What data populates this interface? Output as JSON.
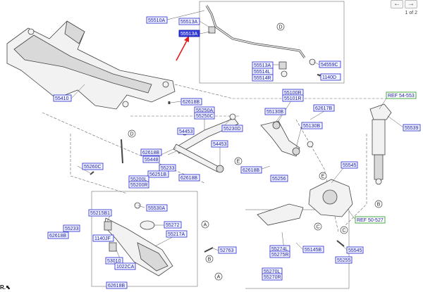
{
  "nav": {
    "prev_icon": "←",
    "next_icon": "→",
    "page_indicator": "1 of 2"
  },
  "corner_text": "R.",
  "labels": {
    "l55510A": "55510A",
    "l55513A_top": "55513A",
    "l55513A_hl": "55513A",
    "l55513A_mid": "55513A",
    "l55514L": "55514L",
    "l55514R": "55514R",
    "l54559C": "54559C",
    "l1140D": "1140D",
    "l55410": "55410",
    "l62618B_a": "62618B",
    "l55250A": "55250A",
    "l55250C": "55250C",
    "l55230D": "55230D",
    "l54453_a": "54453",
    "l54453_b": "54453",
    "l55100R": "55100R",
    "l55101R": "55101R",
    "l55130B_a": "55130B",
    "l62617B": "62617B",
    "l55130B_b": "55130B",
    "l62618B_b": "62618B",
    "l55448": "55448",
    "l55233": "55233",
    "l56251B": "56251B",
    "l55200L": "55200L",
    "l55200R": "55200R",
    "l62618B_c": "62618B",
    "l62618B_d": "62618B",
    "l55256": "55256",
    "l55260C": "55260C",
    "l55530A": "55530A",
    "l55215B1": "55215B1",
    "l55233_b": "55233",
    "l55272": "55272",
    "l55217A": "55217A",
    "l62618B_e": "62618B",
    "l1140JF": "1140JF",
    "l52763": "52763",
    "l53010": "53010",
    "l1022CA": "1022CA",
    "l62618B_f": "62618B",
    "l55545_a": "55545",
    "l55539": "55539",
    "l55274L": "55274L",
    "l55275R": "55275R",
    "l55145B": "55145B",
    "l55545_b": "55545",
    "l55255": "55255",
    "l55270L": "55270L",
    "l55270R": "55270R",
    "ref_top": "REF 54-553",
    "ref_bottom": "REF 50-527"
  },
  "circles": {
    "cD_top": "D",
    "cD_left": "D",
    "cE_mid": "E",
    "cE_right": "E",
    "cA_top": "A",
    "cA_low": "A",
    "cB_right": "B",
    "cB_low": "B",
    "cC_mid": "C",
    "cC_low": "C"
  },
  "colors": {
    "label_text": "#1a1aa8",
    "label_border": "#3b3bd6",
    "highlight": "#2f3bd9",
    "arrow": "#e02020",
    "ref_border": "#4aa84a"
  }
}
